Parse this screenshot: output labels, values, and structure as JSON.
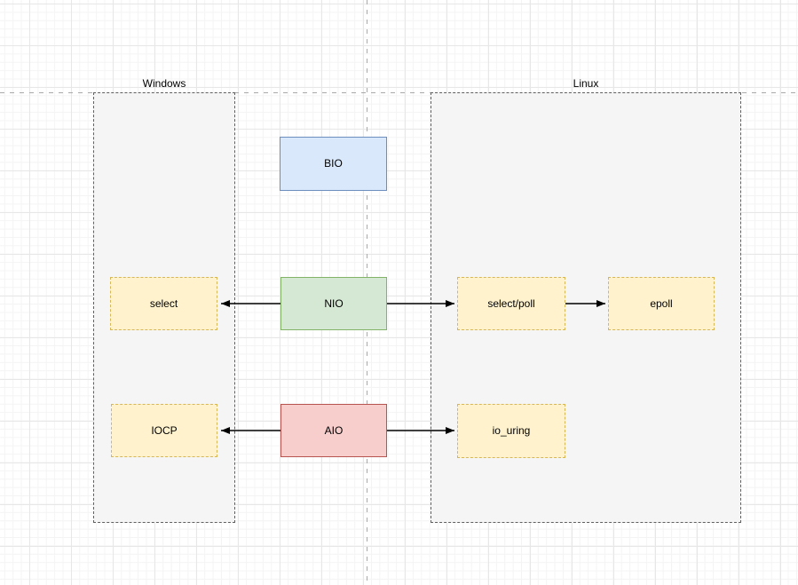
{
  "canvas": {
    "background": "#ffffff",
    "grid_minor_color": "#f4f4f4",
    "grid_major_color": "#e7e7e7",
    "page_boundary_color": "#a9a9a9"
  },
  "containers": {
    "windows": {
      "label": "Windows",
      "fill": "#f5f5f5",
      "stroke": "#666666"
    },
    "linux": {
      "label": "Linux",
      "fill": "#f5f5f5",
      "stroke": "#666666"
    }
  },
  "nodes": {
    "bio": {
      "label": "BIO",
      "fill": "#dae8fc",
      "stroke": "#6c8ebf"
    },
    "nio": {
      "label": "NIO",
      "fill": "#d5e8d4",
      "stroke": "#82b366"
    },
    "aio": {
      "label": "AIO",
      "fill": "#f8cecc",
      "stroke": "#b85450"
    },
    "select": {
      "label": "select",
      "fill": "#fff2cc",
      "stroke": "#d6b656"
    },
    "iocp": {
      "label": "IOCP",
      "fill": "#fff2cc",
      "stroke": "#d6b656"
    },
    "select_poll": {
      "label": "select/poll",
      "fill": "#fff2cc",
      "stroke": "#d6b656"
    },
    "epoll": {
      "label": "epoll",
      "fill": "#fff2cc",
      "stroke": "#d6b656"
    },
    "io_uring": {
      "label": "io_uring",
      "fill": "#fff2cc",
      "stroke": "#d6b656"
    }
  },
  "edges": [
    {
      "from": "NIO",
      "to": "select",
      "arrow_color": "#000000"
    },
    {
      "from": "NIO",
      "to": "select/poll",
      "arrow_color": "#000000"
    },
    {
      "from": "select/poll",
      "to": "epoll",
      "arrow_color": "#000000"
    },
    {
      "from": "AIO",
      "to": "IOCP",
      "arrow_color": "#000000"
    },
    {
      "from": "AIO",
      "to": "io_uring",
      "arrow_color": "#000000"
    }
  ]
}
